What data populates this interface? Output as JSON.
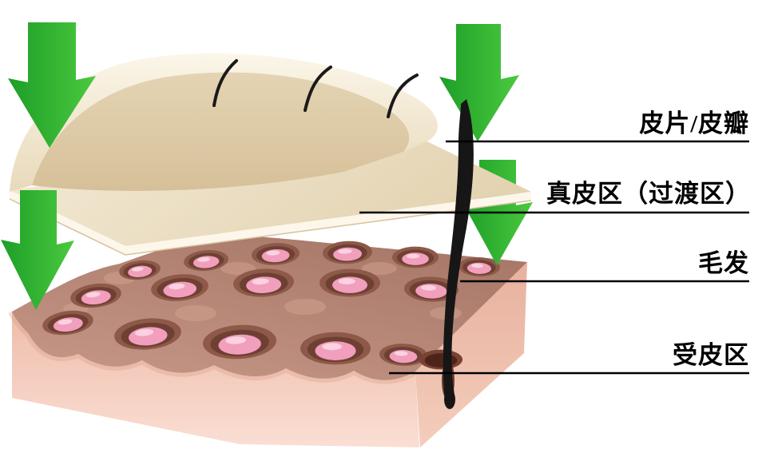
{
  "diagram": {
    "labels": [
      {
        "text": "皮片/皮瓣",
        "target": "skin-flap-sheet"
      },
      {
        "text": "真皮区（过渡区）",
        "target": "dermis-transition-zone"
      },
      {
        "text": "毛发",
        "target": "hair-shaft"
      },
      {
        "text": "受皮区",
        "target": "recipient-site-block"
      }
    ],
    "colors": {
      "arrow_green": "#3cbe37",
      "arrow_green_dark": "#1d9e27",
      "flap_cream": "#f3ead6",
      "flap_cream_shadow": "#e0cfab",
      "flap_edge_highlight": "#fcf7ea",
      "block_top": "#b8897a",
      "crater_rim": "#8e5949",
      "crater_hole": "#6e4033",
      "follicle_pink": "#f19fbc",
      "follicle_pink_highlight": "#fad2e2",
      "block_front": "#f6cfc0",
      "block_side": "#eebcab",
      "hair_black": "#161616",
      "leader_line": "#000000"
    }
  }
}
